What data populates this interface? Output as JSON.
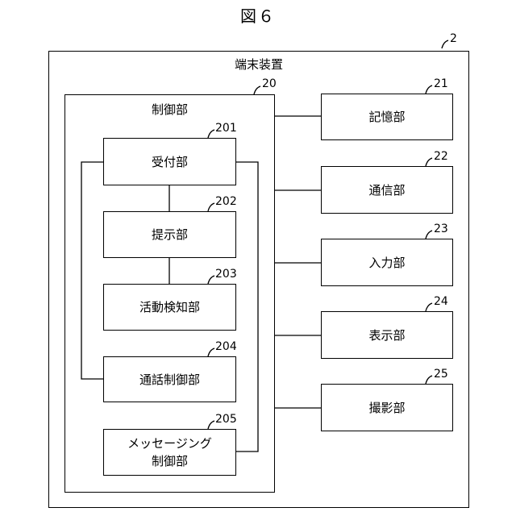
{
  "figure": {
    "title": "図６"
  },
  "terminal": {
    "label": "端末装置",
    "ref": "2"
  },
  "control": {
    "label": "制御部",
    "ref": "20"
  },
  "control_units": [
    {
      "id": "reception",
      "label": "受付部",
      "ref": "201"
    },
    {
      "id": "presentation",
      "label": "提示部",
      "ref": "202"
    },
    {
      "id": "activity-detection",
      "label": "活動検知部",
      "ref": "203"
    },
    {
      "id": "call-control",
      "label": "通話制御部",
      "ref": "204"
    },
    {
      "id": "messaging-control",
      "label_line1": "メッセージング",
      "label_line2": "制御部",
      "ref": "205"
    }
  ],
  "side_units": [
    {
      "id": "storage",
      "label": "記憶部",
      "ref": "21"
    },
    {
      "id": "communication",
      "label": "通信部",
      "ref": "22"
    },
    {
      "id": "input",
      "label": "入力部",
      "ref": "23"
    },
    {
      "id": "display",
      "label": "表示部",
      "ref": "24"
    },
    {
      "id": "imaging",
      "label": "撮影部",
      "ref": "25"
    }
  ]
}
